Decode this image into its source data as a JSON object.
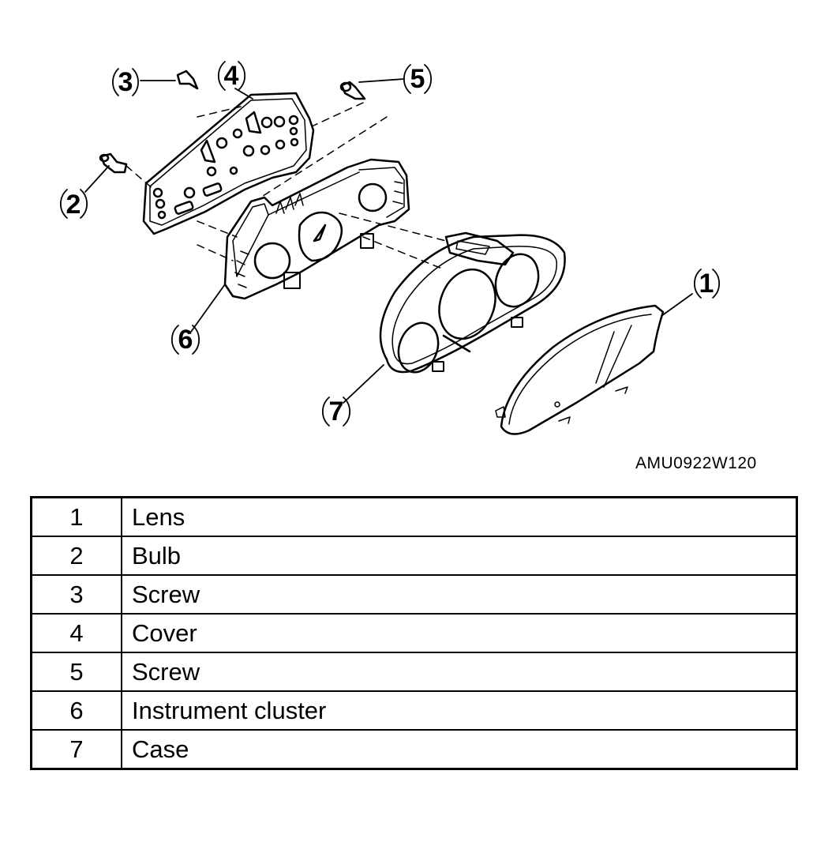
{
  "figure": {
    "reference_code": "AMU0922W120",
    "callouts": [
      "1",
      "2",
      "3",
      "4",
      "5",
      "6",
      "7"
    ]
  },
  "parts_table": {
    "rows": [
      {
        "number": "1",
        "name": "Lens"
      },
      {
        "number": "2",
        "name": "Bulb"
      },
      {
        "number": "3",
        "name": "Screw"
      },
      {
        "number": "4",
        "name": "Cover"
      },
      {
        "number": "5",
        "name": "Screw"
      },
      {
        "number": "6",
        "name": "Instrument cluster"
      },
      {
        "number": "7",
        "name": "Case"
      }
    ]
  }
}
